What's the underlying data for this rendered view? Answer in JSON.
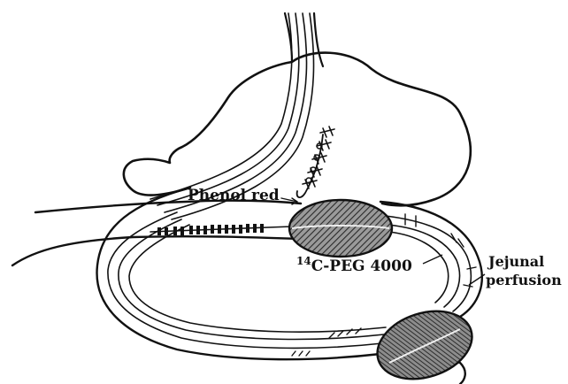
{
  "labels": {
    "phenol_red": "Phenol red",
    "peg_superscript": "14",
    "peg_text": "C-PEG 4000",
    "jejunal_line1": "Jejunal",
    "jejunal_line2": "perfusion"
  },
  "colors": {
    "ink": "#111111",
    "paper": "#ffffff",
    "balloon_hatch": "#555555"
  }
}
